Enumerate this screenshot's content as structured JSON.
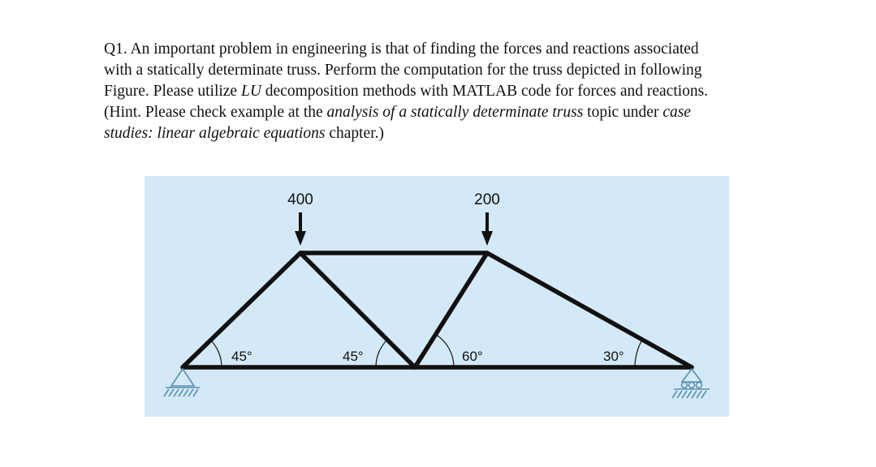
{
  "question": {
    "l1": "Q1. An important problem in engineering is that of finding the forces and reactions associated",
    "l2": "with a statically determinate truss. Perform the computation for the truss depicted in following",
    "l3a": "Figure. Please utilize",
    "l3b": "LU",
    "l3c": "decomposition methods with MATLAB code for forces and reactions.",
    "l4a": "(Hint. Please check example at the",
    "l4b": "analysis of a statically determinate truss",
    "l4c": "topic under",
    "l4d": "case",
    "l5a": "studies: linear algebraic equations",
    "l5b": "chapter.)"
  },
  "figure": {
    "background": "#d4e9f7",
    "member_color": "#111111",
    "loads": [
      "400",
      "200"
    ],
    "angles": [
      "45°",
      "45°",
      "60°",
      "30°"
    ]
  }
}
